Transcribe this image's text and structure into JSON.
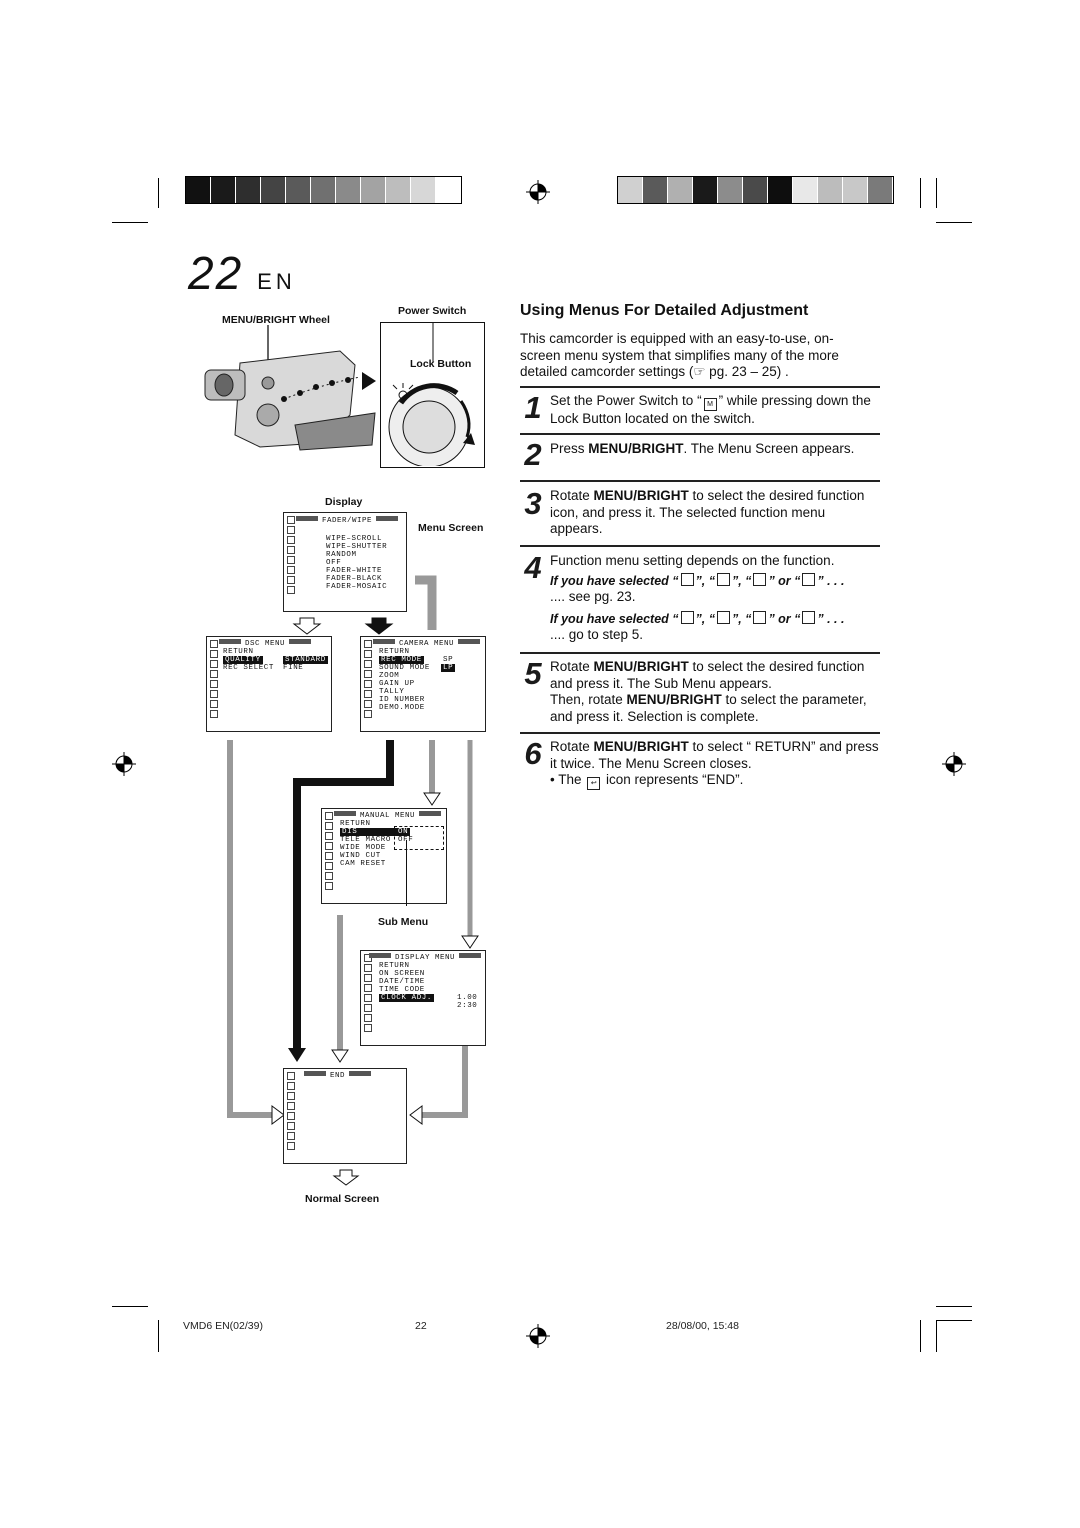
{
  "page": {
    "number": "22",
    "lang": "EN",
    "colors": {
      "text": "#111111",
      "accent_gray": "#888888"
    }
  },
  "calibration": {
    "left_bars": [
      "#111111",
      "#1a1a1a",
      "#2e2e2e",
      "#444444",
      "#5a5a5a",
      "#707070",
      "#8a8a8a",
      "#a3a3a3",
      "#bdbdbd",
      "#d7d7d7",
      "#ffffff"
    ],
    "right_bars": [
      "#d0d0d0",
      "#5a5a5a",
      "#b0b0b0",
      "#1a1a1a",
      "#8c8c8c",
      "#4a4a4a",
      "#0e0e0e",
      "#e8e8e8",
      "#bcbcbc",
      "#c8c8c8",
      "#7a7a7a"
    ]
  },
  "figure": {
    "labels": {
      "power_switch": "Power Switch",
      "menu_bright_wheel": "MENU/BRIGHT Wheel",
      "lock_button": "Lock Button",
      "display": "Display",
      "menu_screen": "Menu Screen",
      "sub_menu": "Sub Menu",
      "normal_screen": "Normal Screen"
    },
    "fader_screen": {
      "title": "FADER/WIPE",
      "lines": [
        "WIPE–SCROLL",
        "WIPE–SHUTTER",
        "RANDOM",
        "OFF",
        "FADER–WHITE",
        "FADER–BLACK",
        "FADER–MOSAIC"
      ]
    },
    "dsc_screen": {
      "title": "DSC MENU",
      "lines": [
        "RETURN",
        "QUALITY",
        "STANDARD",
        "REC SELECT",
        "FINE"
      ]
    },
    "camera_screen": {
      "title": "CAMERA MENU",
      "lines": [
        "RETURN",
        "REC MODE",
        "SP",
        "SOUND MODE",
        "LP",
        "ZOOM",
        "GAIN UP",
        "TALLY",
        "ID NUMBER",
        "DEMO.MODE"
      ]
    },
    "manual_screen": {
      "title": "MANUAL MENU",
      "lines": [
        "RETURN",
        "DIS",
        "ON",
        "TELE MACRO",
        "OFF",
        "WIDE MODE",
        "WIND CUT",
        "CAM RESET"
      ]
    },
    "display_screen": {
      "title": "DISPLAY MENU",
      "lines": [
        "RETURN",
        "ON SCREEN",
        "DATE/TIME",
        "TIME CODE",
        "CLOCK ADJ.",
        "1.00",
        "2:30"
      ]
    },
    "end_screen": {
      "title": "END"
    }
  },
  "content": {
    "heading": "Using Menus For Detailed Adjustment",
    "intro": "This camcorder is equipped with an easy-to-use, on-screen menu system that simplifies many of the more detailed camcorder settings (☞ pg. 23 – 25) .",
    "steps": [
      {
        "num": "1",
        "pre": "Set the Power Switch to “",
        "icon": "M",
        "post": "” while pressing down the Lock Button located on the switch."
      },
      {
        "num": "2",
        "pre": "Press ",
        "bold": "MENU/BRIGHT",
        "post": ". The Menu Screen appears."
      },
      {
        "num": "3",
        "pre": "Rotate ",
        "bold": "MENU/BRIGHT",
        "post": " to select the desired function icon, and press it. The selected function menu appears."
      },
      {
        "num": "4",
        "text": "Function menu setting depends on the function.",
        "sub1": "If you have selected “",
        "sub1_tail": "” . . .",
        "sub1_note": ".... see pg. 23.",
        "sub2": "If you have selected “",
        "sub2_tail": "” . . .",
        "sub2_note": ".... go to step 5."
      },
      {
        "num": "5",
        "pre": "Rotate ",
        "bold": "MENU/BRIGHT",
        "post": " to select the desired function and press it. The Sub Menu appears.",
        "pre2": "Then, rotate ",
        "bold2": "MENU/BRIGHT",
        "post2": " to select the parameter, and press it. Selection is complete."
      },
      {
        "num": "6",
        "pre": "Rotate ",
        "bold": "MENU/BRIGHT",
        "post": " to select “   RETURN” and press it twice. The Menu Screen closes.",
        "bullet": "• The",
        "bullet_tail": "icon represents “END”."
      }
    ]
  },
  "footer": {
    "left": "VMD6 EN(02/39)",
    "center": "22",
    "right": "28/08/00, 15:48"
  }
}
